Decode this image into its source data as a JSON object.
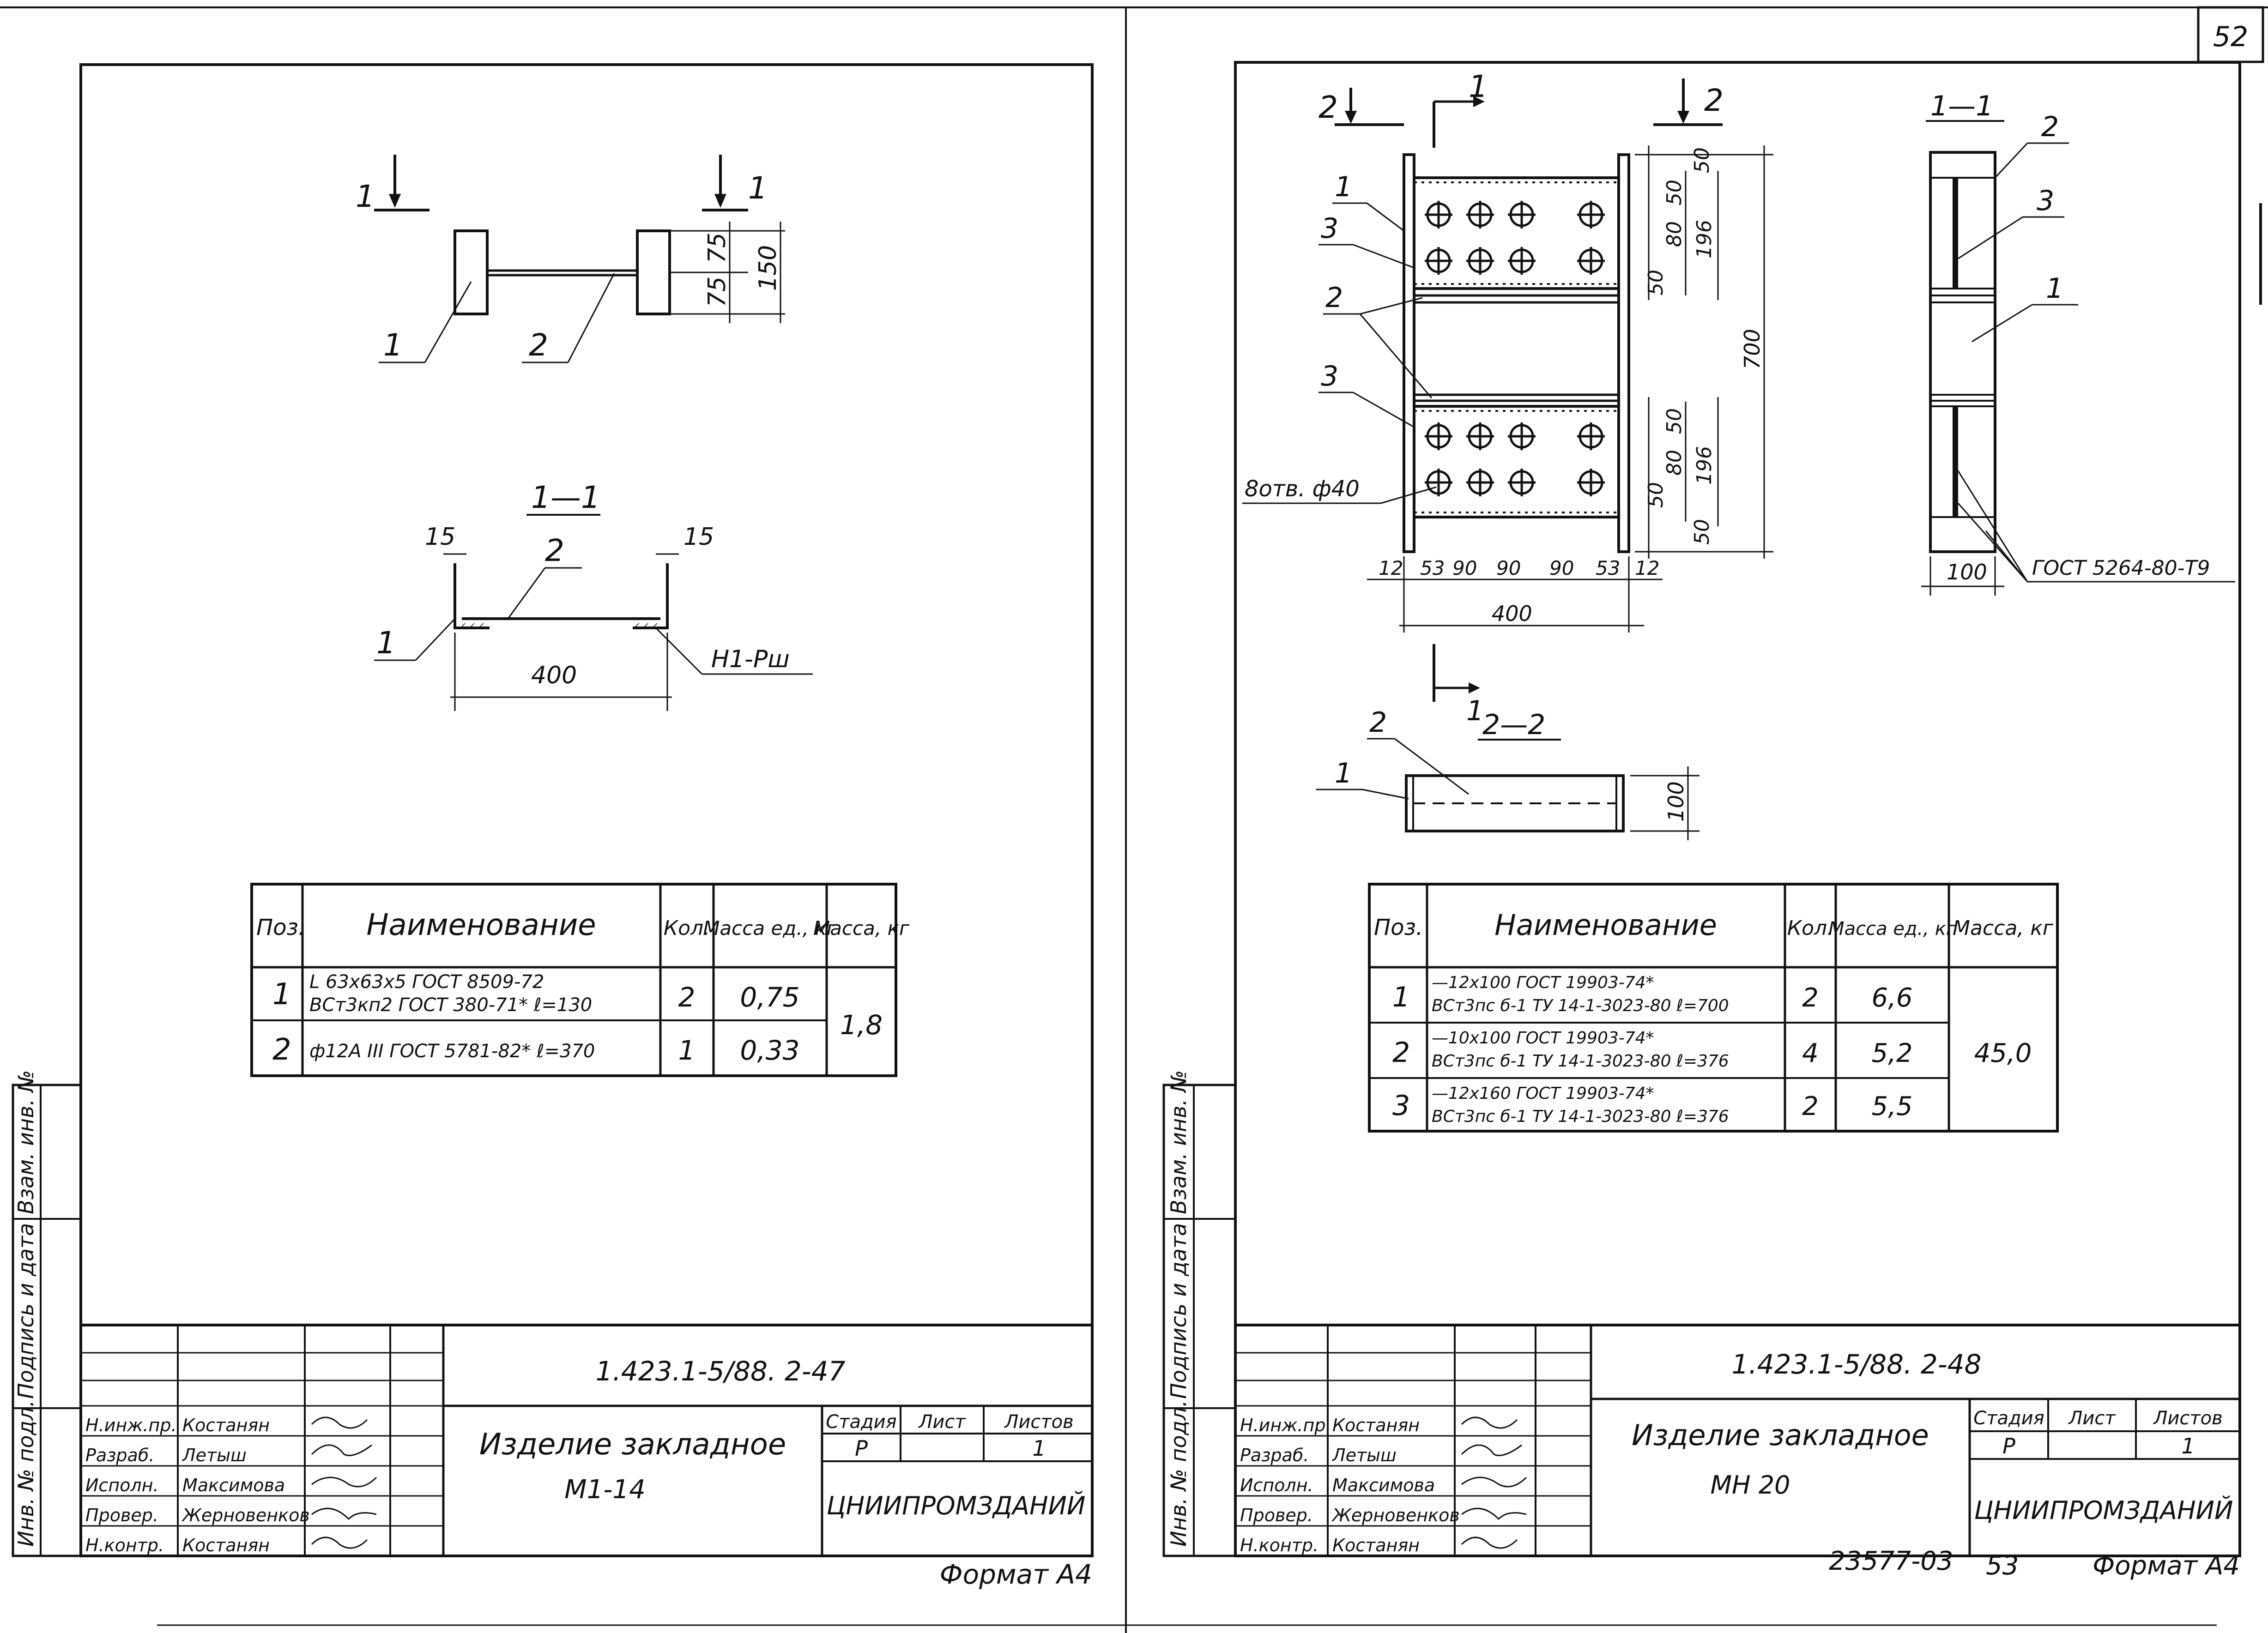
{
  "page_number": "52",
  "bottom_code": "23577-03",
  "bottom_page": "53",
  "sheets": [
    {
      "doc_code": "1.423.1-5/88. 2-47",
      "title": "Изделие закладное",
      "mark": "М1-14",
      "org": "ЦНИИПРОМЗДАНИЙ",
      "format": "Формат А4",
      "stage_header": "Стадия",
      "sheet_header": "Лист",
      "sheets_header": "Листов",
      "stage": "Р",
      "sheet": "1",
      "side_labels": [
        "Инв. № подл.",
        "Подпись и дата",
        "Взам. инв. №"
      ],
      "signers": [
        {
          "role": "Н.инж.пр.",
          "name": "Костанян"
        },
        {
          "role": "Разраб.",
          "name": "Летыш"
        },
        {
          "role": "Исполн.",
          "name": "Максимова"
        },
        {
          "role": "Провер.",
          "name": "Жерновенков"
        },
        {
          "role": "Н.контр.",
          "name": "Костанян"
        }
      ],
      "spec": {
        "headers": [
          "Поз.",
          "Наименование",
          "Кол.",
          "Масса ед., кг",
          "Масса, кг"
        ],
        "rows": [
          {
            "pos": "1",
            "name1": "L 63х63х5 ГОСТ 8509-72",
            "name2": "ВСт3кп2 ГОСТ 380-71* ℓ=130",
            "qty": "2",
            "unit_mass": "0,75"
          },
          {
            "pos": "2",
            "name1": "ф12А III ГОСТ 5781-82* ℓ=370",
            "name2": "",
            "qty": "1",
            "unit_mass": "0,33"
          }
        ],
        "total_mass": "1,8"
      },
      "drawing_labels": {
        "section_mark": "1",
        "section_title": "1—1",
        "dim_75a": "75",
        "dim_75b": "75",
        "dim_150": "150",
        "dim_15a": "15",
        "dim_15b": "15",
        "dim_400": "400",
        "weld": "Н1-Рш",
        "pos1": "1",
        "pos2": "2"
      }
    },
    {
      "doc_code": "1.423.1-5/88. 2-48",
      "title": "Изделие закладное",
      "mark": "МН 20",
      "org": "ЦНИИПРОМЗДАНИЙ",
      "format": "Формат А4",
      "stage_header": "Стадия",
      "sheet_header": "Лист",
      "sheets_header": "Листов",
      "stage": "Р",
      "sheet": "1",
      "side_labels": [
        "Инв. № подл.",
        "Подпись и дата",
        "Взам. инв. №"
      ],
      "signers": [
        {
          "role": "Н.инж.пр.",
          "name": "Костанян"
        },
        {
          "role": "Разраб.",
          "name": "Летыш"
        },
        {
          "role": "Исполн.",
          "name": "Максимова"
        },
        {
          "role": "Провер.",
          "name": "Жерновенков"
        },
        {
          "role": "Н.контр.",
          "name": "Костанян"
        }
      ],
      "spec": {
        "headers": [
          "Поз.",
          "Наименование",
          "Кол.",
          "Масса ед., кг",
          "Масса, кг"
        ],
        "rows": [
          {
            "pos": "1",
            "name1": "—12х100 ГОСТ 19903-74*",
            "name2": "ВСт3пс б-1 ТУ 14-1-3023-80 ℓ=700",
            "qty": "2",
            "unit_mass": "6,6"
          },
          {
            "pos": "2",
            "name1": "—10х100 ГОСТ 19903-74*",
            "name2": "ВСт3пс б-1 ТУ 14-1-3023-80 ℓ=376",
            "qty": "4",
            "unit_mass": "5,2"
          },
          {
            "pos": "3",
            "name1": "—12х160 ГОСТ 19903-74*",
            "name2": "ВСт3пс б-1 ТУ 14-1-3023-80 ℓ=376",
            "qty": "2",
            "unit_mass": "5,5"
          }
        ],
        "total_mass": "45,0"
      },
      "drawing_labels": {
        "holes": "8отв. ф40",
        "gost_weld": "ГОСТ 5264-80-Т9",
        "section_11": "1—1",
        "section_22": "2—2",
        "mark_1": "1",
        "mark_2": "2",
        "dims_bottom": [
          "12",
          "53",
          "90",
          "90",
          "90",
          "53",
          "12"
        ],
        "dim_400": "400",
        "dims_right": [
          "50",
          "50",
          "80",
          "196",
          "50",
          "50",
          "80",
          "196",
          "50",
          "50"
        ],
        "dim_700": "700",
        "dim_100a": "100",
        "dim_100b": "100",
        "pos1": "1",
        "pos2": "2",
        "pos3": "3"
      }
    }
  ]
}
